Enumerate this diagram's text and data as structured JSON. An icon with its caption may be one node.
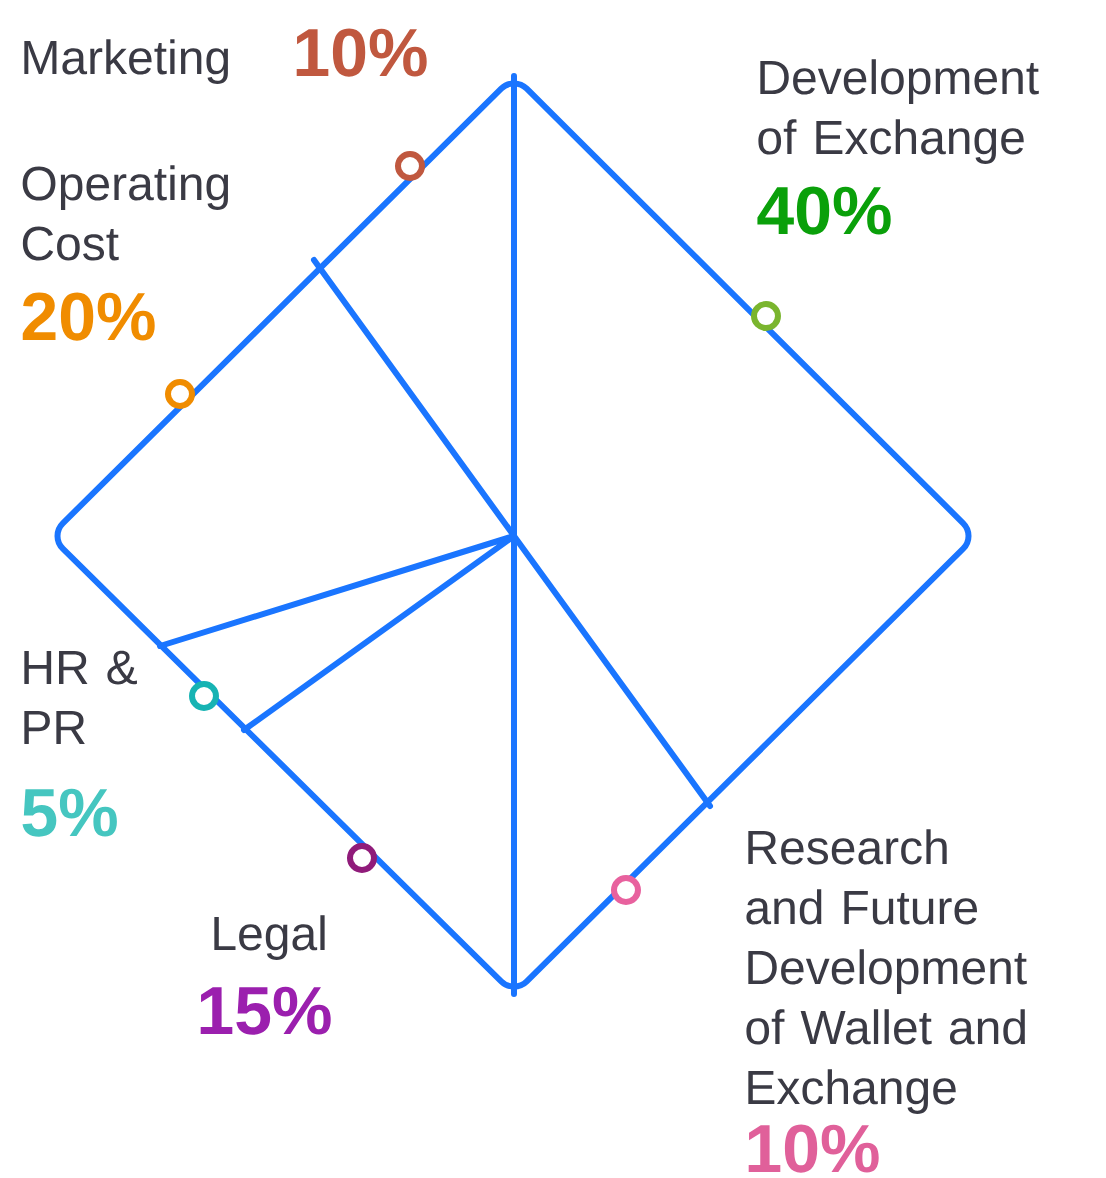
{
  "diagram": {
    "labels": [
      "Marketing",
      "10%",
      "Development of Exchange",
      "40%",
      "Operating Cost",
      "20%",
      "HR & PR",
      "5%",
      "Legal",
      "15%",
      "Research and Future Development of Wallet and Exchange",
      "10%"
    ]
  }
}
